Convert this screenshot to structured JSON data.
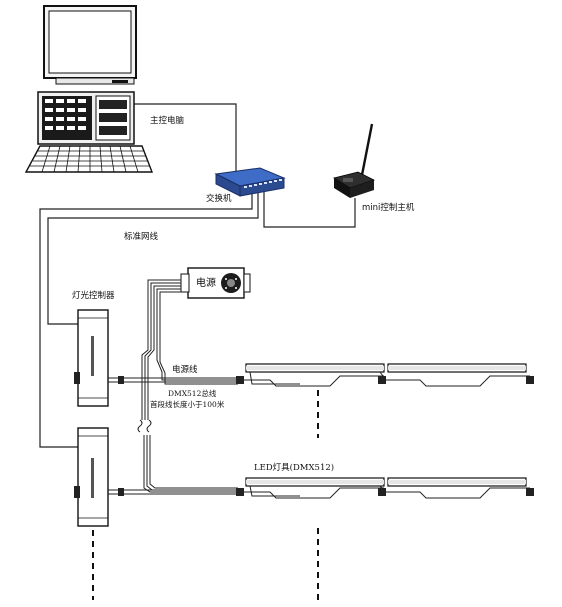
{
  "labels": {
    "main_pc": "主控电脑",
    "switch": "交换机",
    "mini_host": "mini控制主机",
    "network_cable": "标准网线",
    "light_controller": "灯光控制器",
    "power_supply": "电源",
    "power_cable": "电源线",
    "dmx_bus": "DMX512总线",
    "dmx_note": "首段线长度小于100米",
    "led_fixture": "LED灯具(DMX512)"
  },
  "colors": {
    "switch_body": "#2b4a8f",
    "switch_face": "#3f6cc6",
    "line": "#222222",
    "device": "#1b1b1b"
  }
}
